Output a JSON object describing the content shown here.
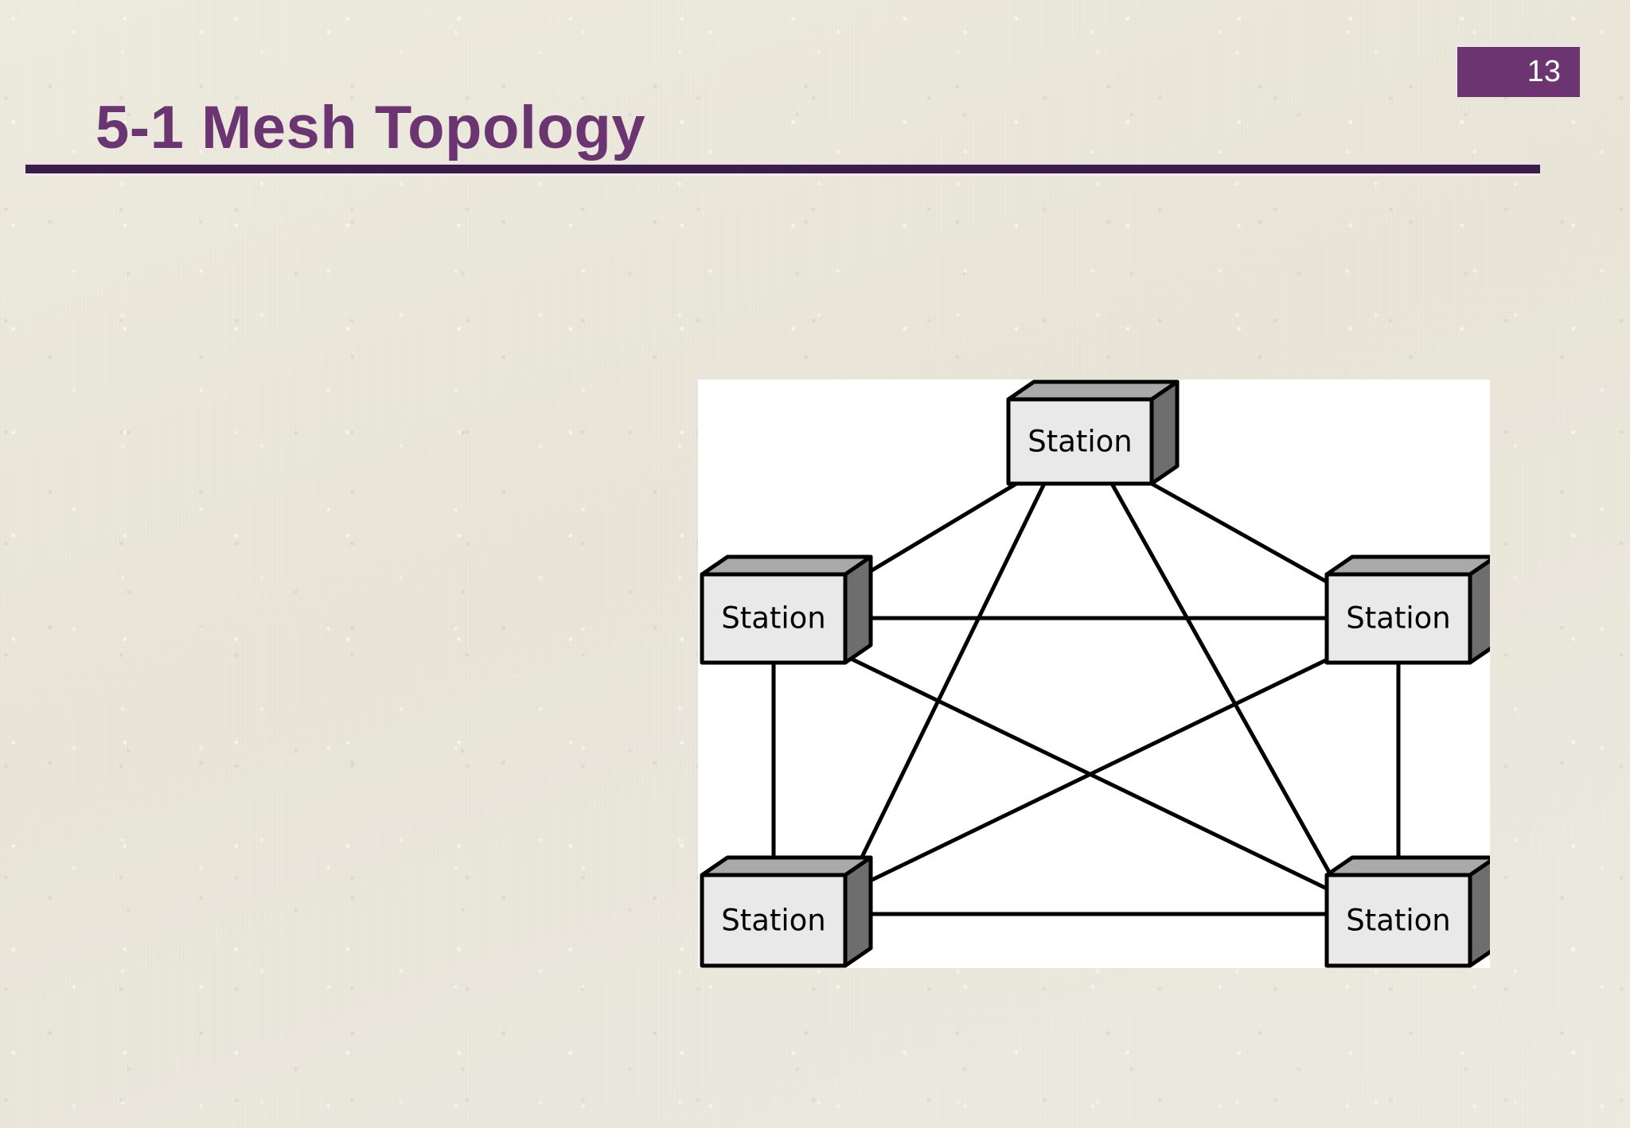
{
  "slide": {
    "title": "5-1 Mesh Topology",
    "page_number": "13",
    "accent_color": "#6b3572",
    "rule_color": "#3c1c48",
    "background_color": "#eae6da"
  },
  "diagram": {
    "name": "mesh-topology-diagram",
    "panel_background": "#ffffff",
    "node_label": "Station",
    "node_count": 5,
    "link_count": 10,
    "node_face_colors": {
      "front": "#e9e9e9",
      "top": "#a9a9a9",
      "side": "#6e6e6e",
      "outline": "#000000"
    },
    "nodes": [
      {
        "id": "station-top",
        "label": "Station"
      },
      {
        "id": "station-left",
        "label": "Station"
      },
      {
        "id": "station-right",
        "label": "Station"
      },
      {
        "id": "station-bottom-left",
        "label": "Station"
      },
      {
        "id": "station-bottom-right",
        "label": "Station"
      }
    ],
    "links": [
      {
        "from": "station-top",
        "to": "station-left"
      },
      {
        "from": "station-top",
        "to": "station-right"
      },
      {
        "from": "station-top",
        "to": "station-bottom-left"
      },
      {
        "from": "station-top",
        "to": "station-bottom-right"
      },
      {
        "from": "station-left",
        "to": "station-right"
      },
      {
        "from": "station-left",
        "to": "station-bottom-left"
      },
      {
        "from": "station-left",
        "to": "station-bottom-right"
      },
      {
        "from": "station-right",
        "to": "station-bottom-left"
      },
      {
        "from": "station-right",
        "to": "station-bottom-right"
      },
      {
        "from": "station-bottom-left",
        "to": "station-bottom-right"
      }
    ]
  }
}
